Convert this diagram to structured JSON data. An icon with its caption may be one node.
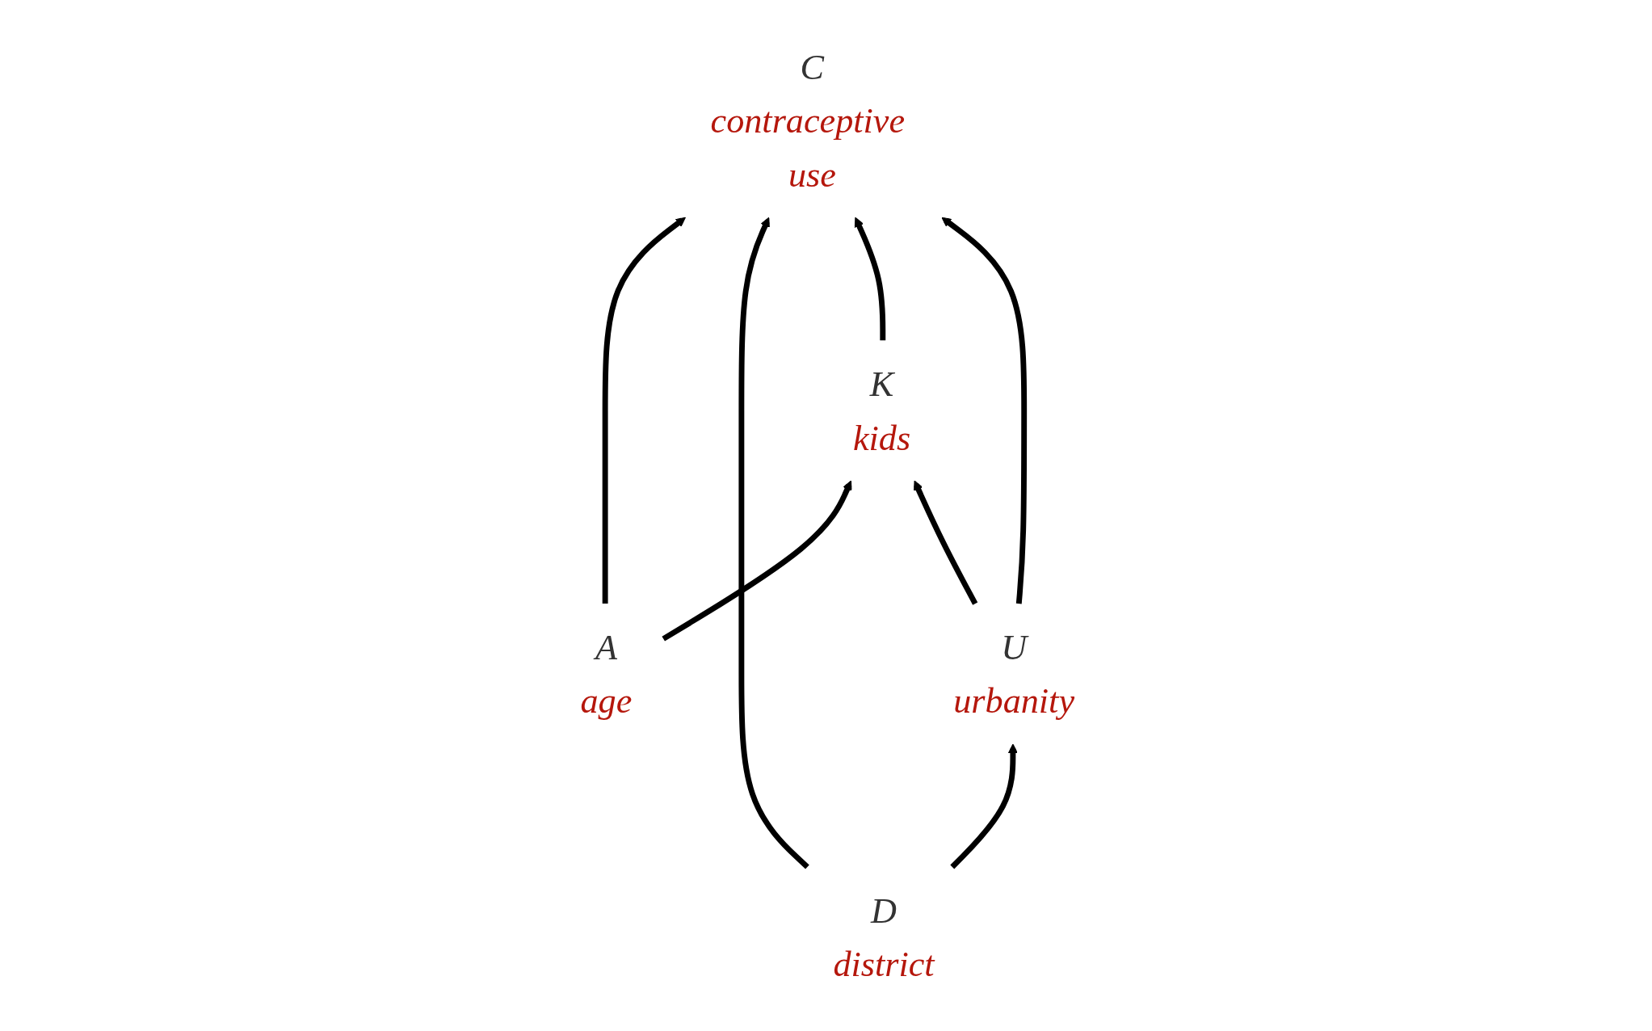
{
  "diagram": {
    "nodes": [
      {
        "text": [
          "C"
        ],
        "beside": [
          "contraceptive use"
        ]
      },
      {
        "text": [
          "A"
        ],
        "beside": [
          "age"
        ]
      },
      {
        "text": [
          "D"
        ],
        "beside": [
          "district"
        ]
      },
      {
        "text": [
          "K"
        ],
        "beside": [
          "kids"
        ]
      },
      {
        "text": [
          "U"
        ],
        "beside": [
          "urbanity"
        ]
      }
    ],
    "edges": [
      {
        "from": 1,
        "to": 0,
        "arrow": "to"
      },
      {
        "from": 2,
        "to": 0,
        "arrow": "to"
      },
      {
        "from": 1,
        "to": 3,
        "arrow": "to"
      },
      {
        "from": 3,
        "to": 0,
        "arrow": "to"
      },
      {
        "from": 4,
        "to": 0,
        "arrow": "to"
      },
      {
        "from": 2,
        "to": 4,
        "arrow": "to"
      },
      {
        "from": 4,
        "to": 3,
        "arrow": "to"
      }
    ]
  }
}
